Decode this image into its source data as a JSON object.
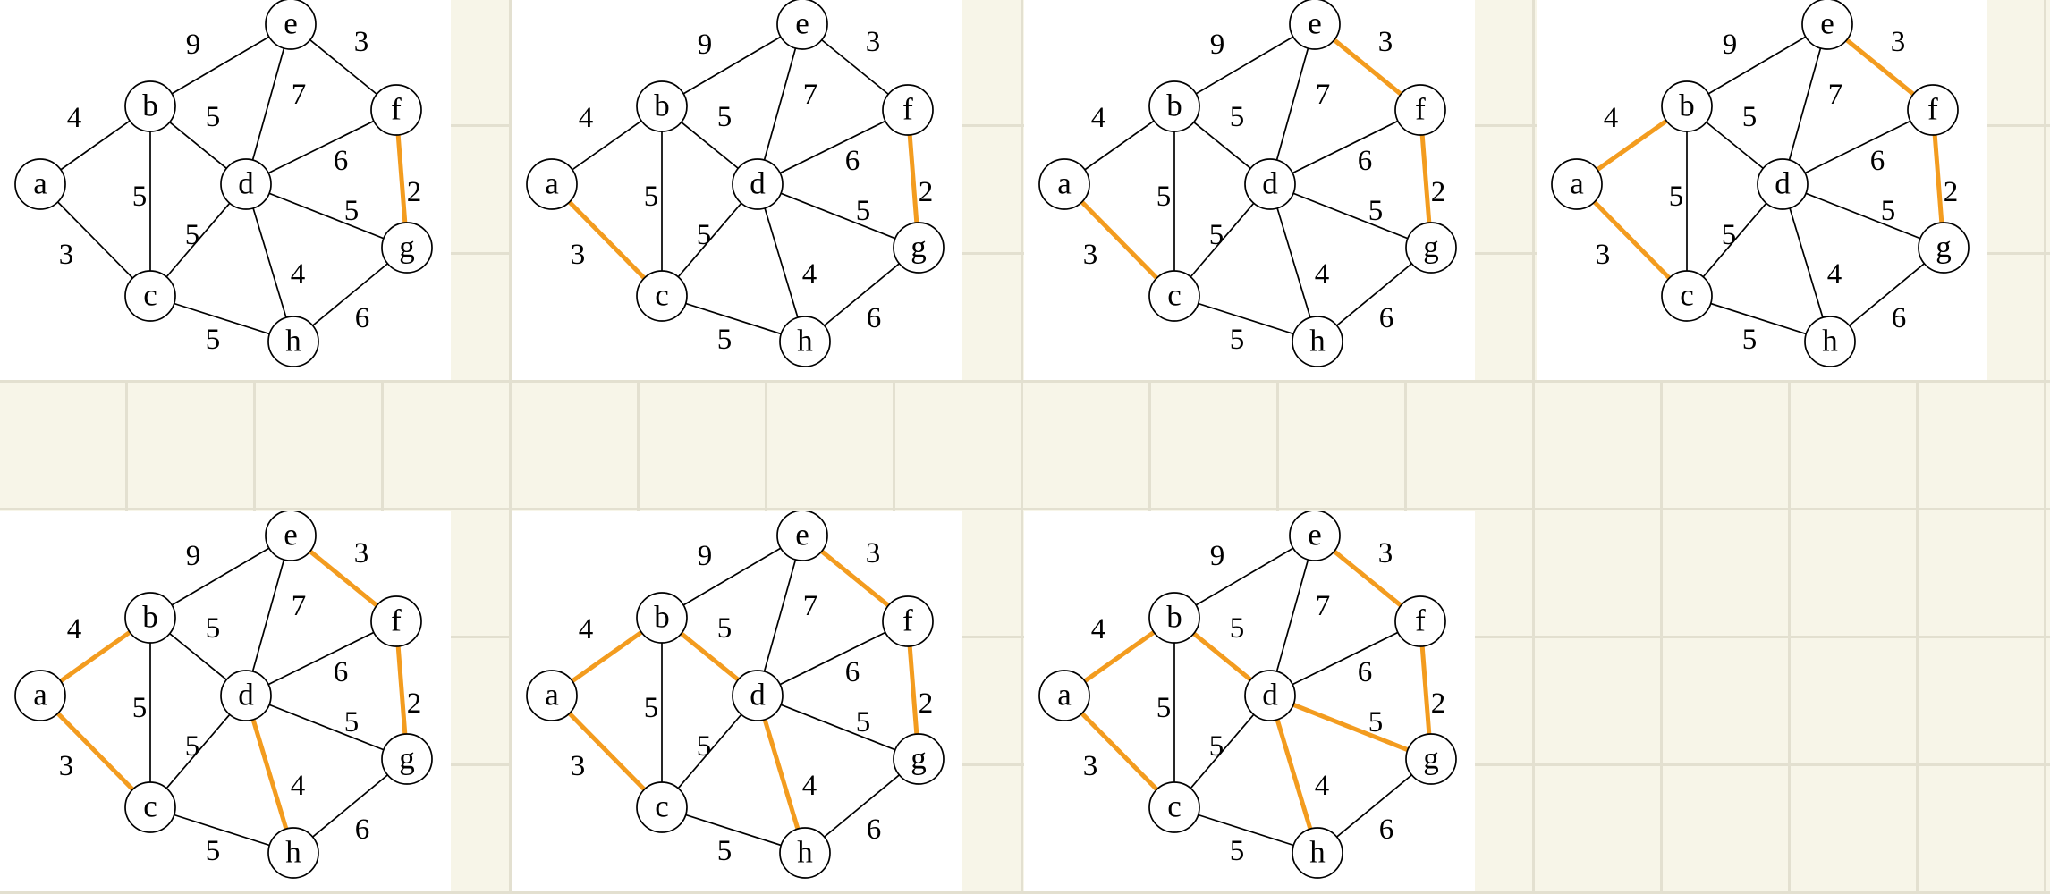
{
  "nodes": [
    {
      "id": "a",
      "label": "a"
    },
    {
      "id": "b",
      "label": "b"
    },
    {
      "id": "c",
      "label": "c"
    },
    {
      "id": "d",
      "label": "d"
    },
    {
      "id": "e",
      "label": "e"
    },
    {
      "id": "f",
      "label": "f"
    },
    {
      "id": "g",
      "label": "g"
    },
    {
      "id": "h",
      "label": "h"
    }
  ],
  "edges": [
    {
      "id": "a-b",
      "from": "a",
      "to": "b",
      "weight": "4"
    },
    {
      "id": "a-c",
      "from": "a",
      "to": "c",
      "weight": "3"
    },
    {
      "id": "b-e",
      "from": "b",
      "to": "e",
      "weight": "9"
    },
    {
      "id": "b-c",
      "from": "b",
      "to": "c",
      "weight": "5"
    },
    {
      "id": "b-d",
      "from": "b",
      "to": "d",
      "weight": "5"
    },
    {
      "id": "e-d",
      "from": "e",
      "to": "d",
      "weight": "7"
    },
    {
      "id": "e-f",
      "from": "e",
      "to": "f",
      "weight": "3"
    },
    {
      "id": "f-d",
      "from": "f",
      "to": "d",
      "weight": "6"
    },
    {
      "id": "f-g",
      "from": "f",
      "to": "g",
      "weight": "2"
    },
    {
      "id": "c-d",
      "from": "c",
      "to": "d",
      "weight": "5"
    },
    {
      "id": "d-g",
      "from": "d",
      "to": "g",
      "weight": "5"
    },
    {
      "id": "d-h",
      "from": "d",
      "to": "h",
      "weight": "4"
    },
    {
      "id": "c-h",
      "from": "c",
      "to": "h",
      "weight": "5"
    },
    {
      "id": "g-h",
      "from": "g",
      "to": "h",
      "weight": "6"
    }
  ],
  "steps": [
    {
      "highlighted_edges": [
        "f-g"
      ]
    },
    {
      "highlighted_edges": [
        "f-g",
        "a-c"
      ]
    },
    {
      "highlighted_edges": [
        "f-g",
        "a-c",
        "e-f"
      ]
    },
    {
      "highlighted_edges": [
        "f-g",
        "a-c",
        "e-f",
        "a-b"
      ]
    },
    {
      "highlighted_edges": [
        "f-g",
        "a-c",
        "e-f",
        "a-b",
        "d-h"
      ]
    },
    {
      "highlighted_edges": [
        "f-g",
        "a-c",
        "e-f",
        "a-b",
        "d-h",
        "b-d"
      ]
    },
    {
      "highlighted_edges": [
        "f-g",
        "a-c",
        "e-f",
        "a-b",
        "d-h",
        "b-d",
        "d-g"
      ]
    }
  ],
  "colors": {
    "highlight": "#f39c1f",
    "edge": "#000000",
    "panel_background": "#ffffff",
    "page_background": "#f7f5e8",
    "grid_line": "#e3e0d0"
  }
}
